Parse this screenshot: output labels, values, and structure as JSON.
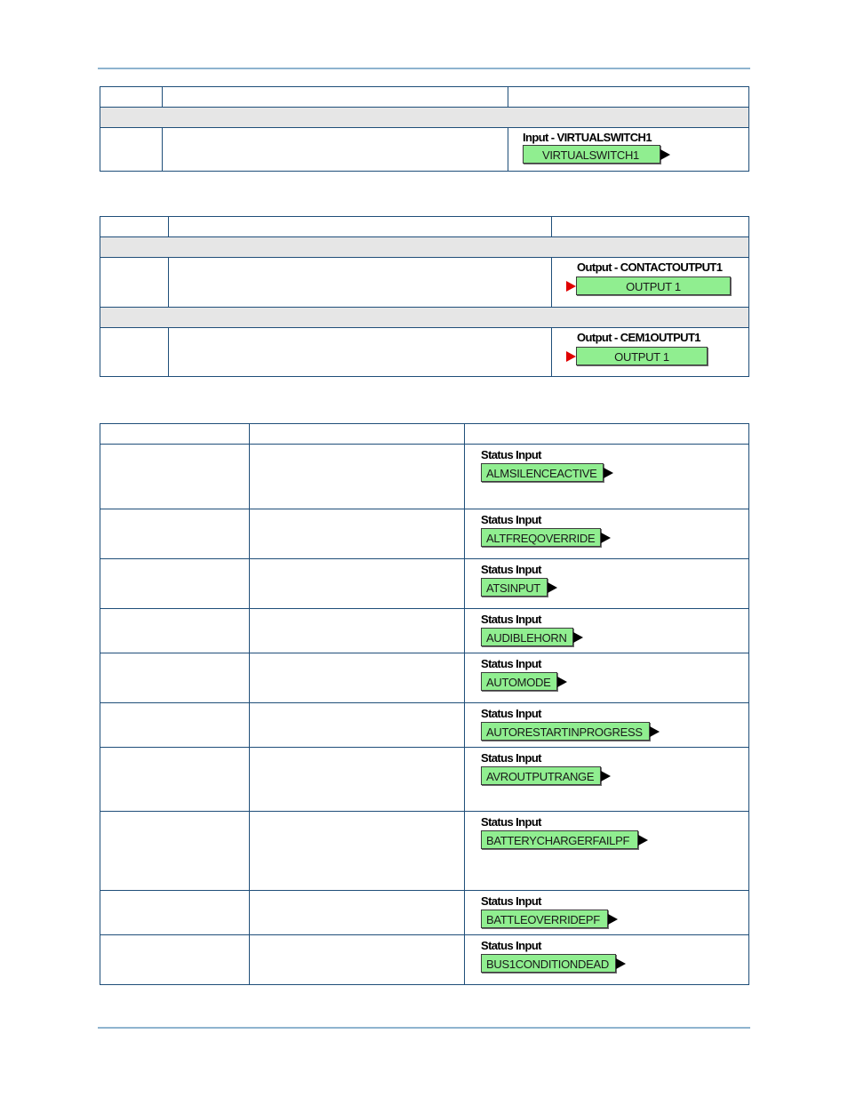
{
  "virtual_inputs": {
    "block_title": "Input - VIRTUALSWITCH1",
    "block_label": "VIRTUALSWITCH1"
  },
  "outputs": {
    "contact": {
      "block_title": "Output - CONTACTOUTPUT1",
      "block_label": "OUTPUT 1"
    },
    "cem": {
      "block_title": "Output - CEM1OUTPUT1",
      "block_label": "OUTPUT 1"
    }
  },
  "status_inputs": {
    "block_title": "Status Input",
    "rows": [
      {
        "label": "ALMSILENCEACTIVE"
      },
      {
        "label": "ALTFREQOVERRIDE"
      },
      {
        "label": "ATSINPUT"
      },
      {
        "label": "AUDIBLEHORN"
      },
      {
        "label": "AUTOMODE"
      },
      {
        "label": "AUTORESTARTINPROGRESS"
      },
      {
        "label": "AVROUTPUTRANGE"
      },
      {
        "label": "BATTERYCHARGERFAILPF"
      },
      {
        "label": "BATTLEOVERRIDEPF"
      },
      {
        "label": "BUS1CONDITIONDEAD"
      }
    ]
  },
  "colors": {
    "block_fill": "#90ee90",
    "table_border": "#1f4e79",
    "section_fill": "#e6e6e6",
    "input_arrow": "#e00000",
    "page_rule": "#8fb4cf"
  }
}
